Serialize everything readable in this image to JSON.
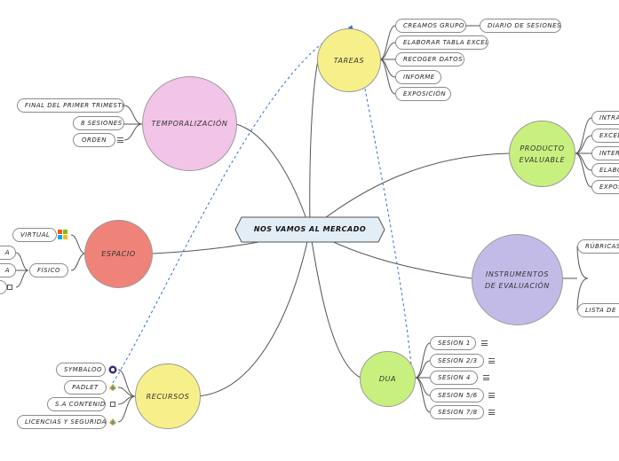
{
  "central": {
    "label": "NOS VAMOS AL MERCADO"
  },
  "topics": {
    "tareas": {
      "label": "TAREAS",
      "color": "#f7f08a"
    },
    "temporalizacion": {
      "label": "TEMPORALIZACIÓN",
      "color": "#f2c4e8"
    },
    "espacio": {
      "label": "ESPACIO",
      "color": "#ef8379"
    },
    "recursos": {
      "label": "RECURSOS",
      "color": "#f7f08a"
    },
    "producto": {
      "label": "PRODUCTO EVALUABLE",
      "color": "#c8f07e"
    },
    "instrumentos": {
      "label": "INSTRUMENTOS DE EVALUACIÓN",
      "color": "#c3bbe7"
    },
    "dua": {
      "label": "DUA",
      "color": "#c8f07e"
    }
  },
  "tareas_items": {
    "creamos_grupo": "CREAMOS GRUPO",
    "diario_sesiones": "DIARIO DE SESIONES",
    "elaborar_tabla": "ELABORAR TABLA EXCEL",
    "recoger_datos": "RECOGER DATOS",
    "informe": "INFORME",
    "exposicion": "EXPOSICIÓN"
  },
  "temporalizacion_items": {
    "final": "FINAL DEL PRIMER TRIMESTRE",
    "sesiones": "8 SESIONES",
    "orden": "ORDEN"
  },
  "espacio_items": {
    "virtual": "VIRTUAL",
    "fisico": "FÍSICO",
    "sub1": "A",
    "sub2": "A",
    "sub3": ""
  },
  "recursos_items": {
    "symbaloo": "SYMBALOO",
    "padlet": "PADLET",
    "sa_contenido": "S.A CONTENIDO",
    "licencias": "LICENCIAS Y SEGURIDAD"
  },
  "producto_items": {
    "p1": "INTRA",
    "p2": "EXCEL",
    "p3": "INTER",
    "p4": "ELABO",
    "p5": "EXPOS"
  },
  "instrumentos_items": {
    "rubricas": "RÚBRICAS",
    "lista": "LISTA DE C"
  },
  "dua_items": {
    "s1": "SESION 1",
    "s2": "SESION 2/3",
    "s3": "SESION 4",
    "s4": "SESION 5/6",
    "s5": "SESION 7/8"
  }
}
